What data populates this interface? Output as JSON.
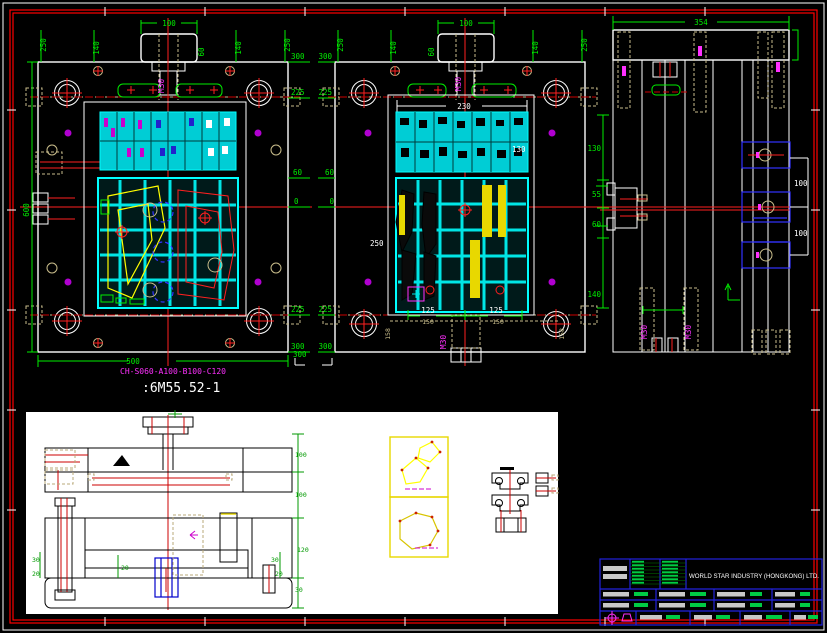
{
  "notes": {
    "config_code": "CH-S060-A100-B100-C120",
    "mold_code": ":6M55.52-1"
  },
  "plan_left": {
    "top_width": "100",
    "sprue_note": "M30",
    "gate_offset": "60",
    "top_dims": [
      "250",
      "140",
      "140",
      "250"
    ],
    "ladder": [
      "300",
      "225",
      "60",
      "0",
      "225",
      "300"
    ],
    "height": "600",
    "bottom_width": "500",
    "corner": "300"
  },
  "plan_mid": {
    "top_width": "100",
    "sprue_note": "M30",
    "gate_offset": "60",
    "top_dims": [
      "250",
      "140",
      "140",
      "250"
    ],
    "ladder": [
      "300",
      "225",
      "60",
      "0",
      "225",
      "300"
    ],
    "cavity_width": "230",
    "cavity_height": "130",
    "insert_depth": "250",
    "pitch": [
      "125",
      "125"
    ],
    "pitch2": [
      "150",
      "150"
    ],
    "bolt_dims": [
      "158",
      "158"
    ],
    "bottom_note": "M30"
  },
  "side_view": {
    "width": "354",
    "ladder": [
      "130",
      "55",
      "60",
      "140"
    ],
    "right_dims": [
      "100",
      "100"
    ],
    "notes": [
      "M30",
      "M30"
    ]
  },
  "section_view": {
    "right_dims": [
      "100",
      "100",
      "120",
      "30"
    ],
    "left_dims": [
      "30",
      "20"
    ],
    "mid_dim": "20",
    "right_small_dims": [
      "30",
      "20"
    ]
  },
  "title_block": {
    "company": "WORLD STAR INDUSTRY (HONGKONG) LTD."
  }
}
